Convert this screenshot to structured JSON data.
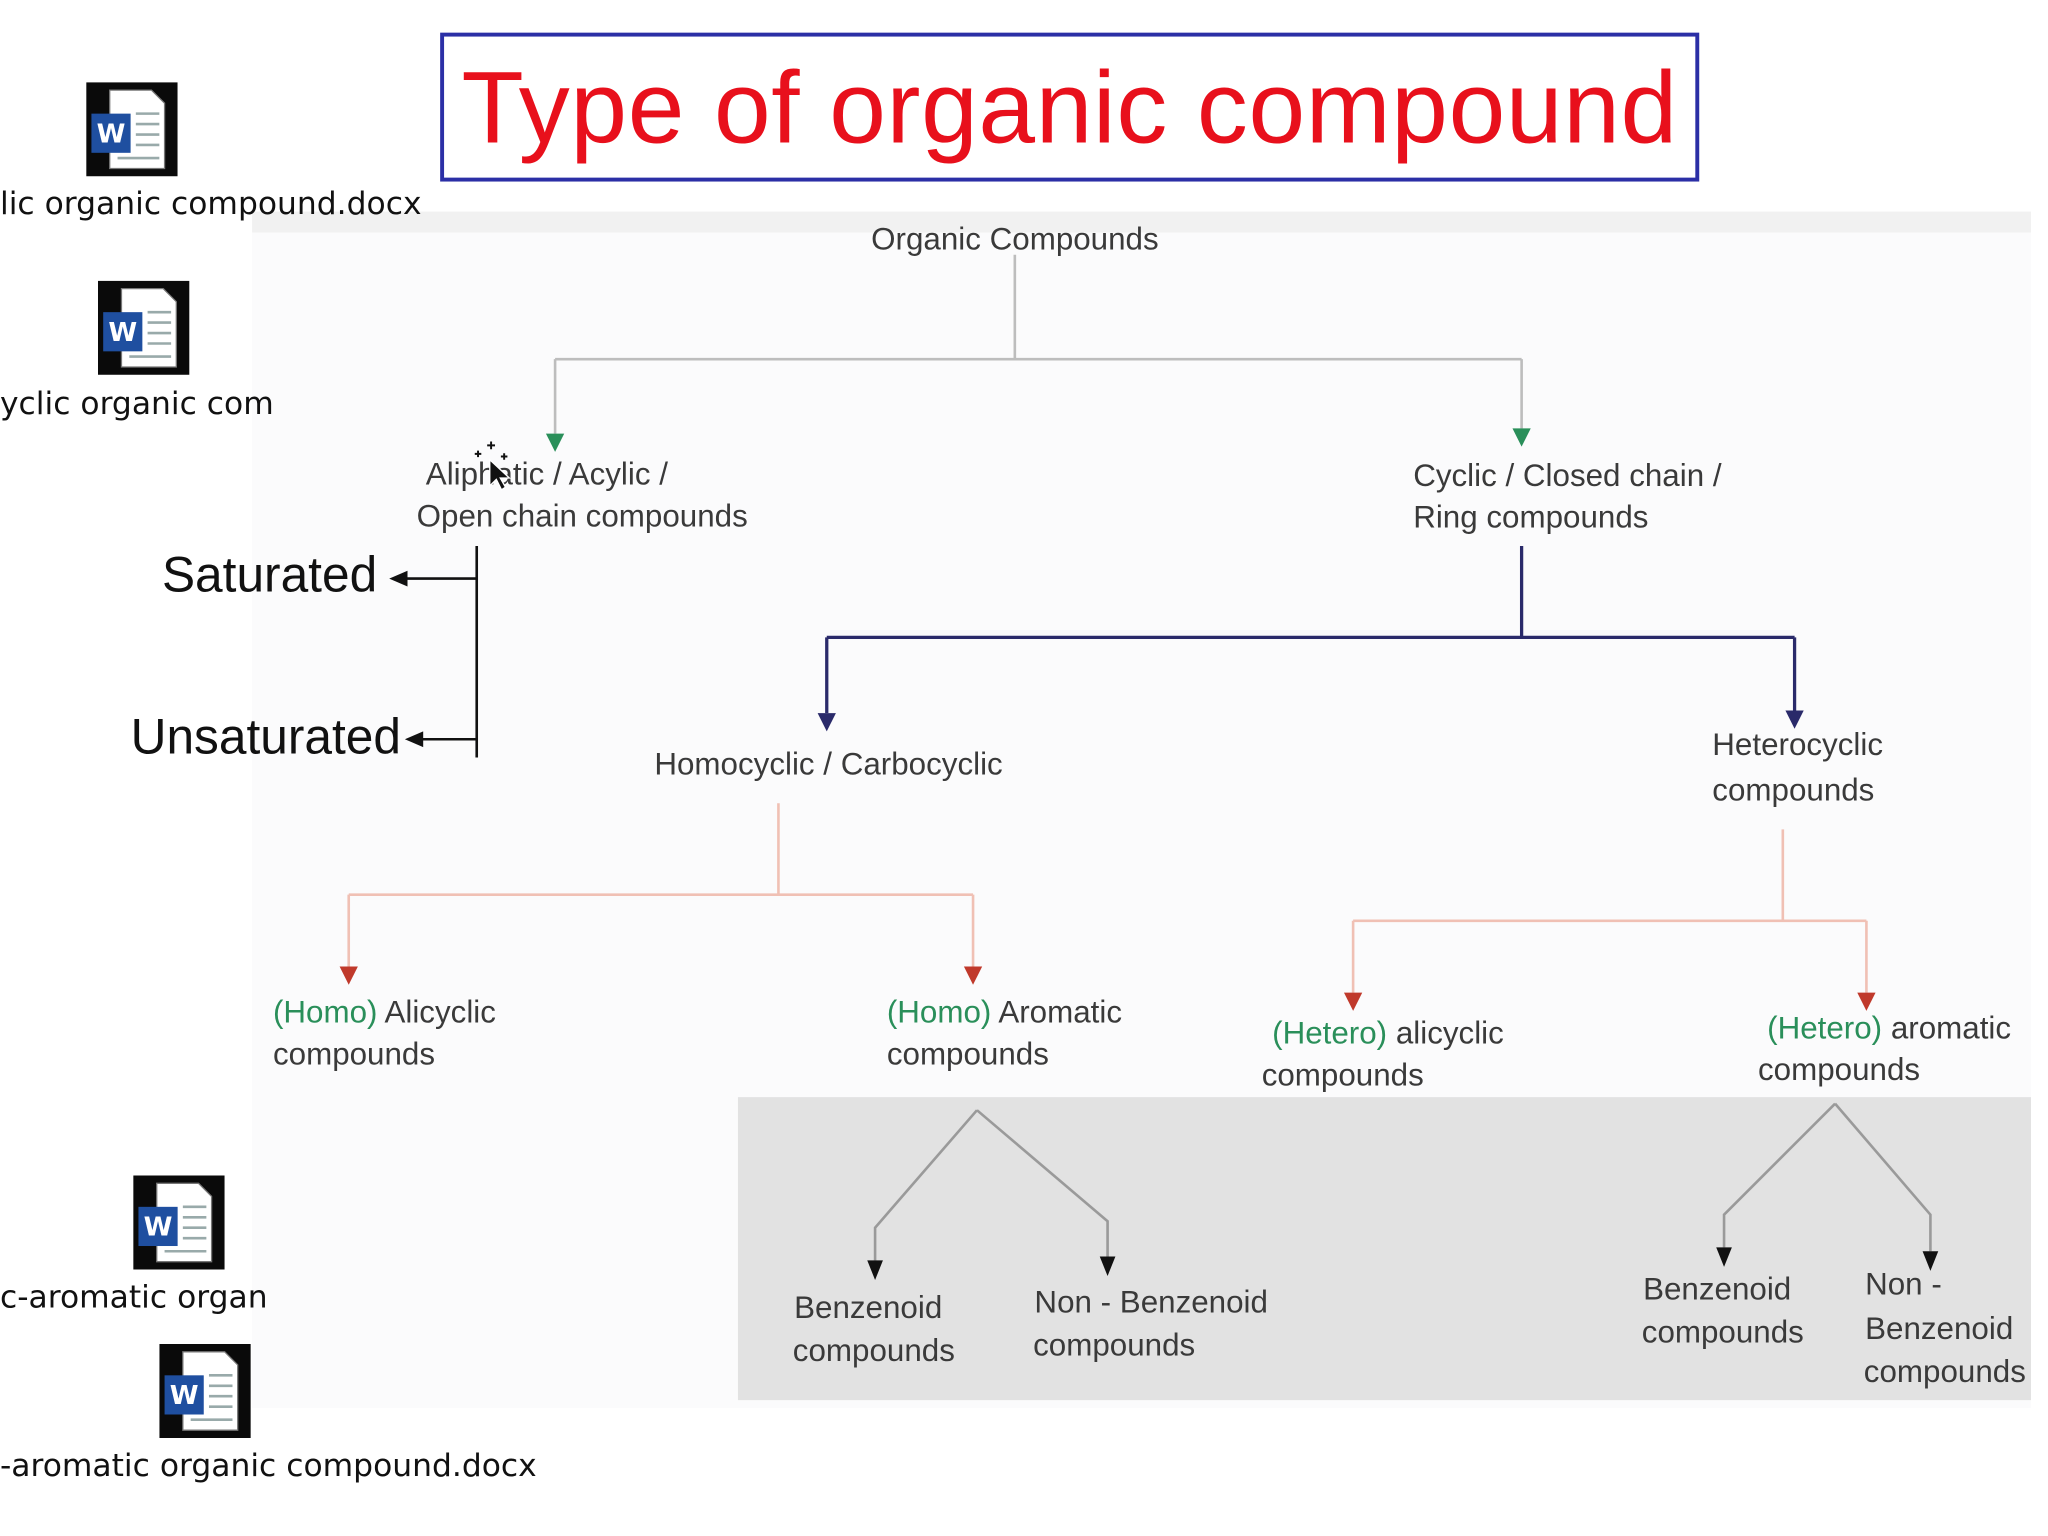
{
  "title": "Type of organic compound",
  "desktop_files": [
    {
      "label": "lic organic compound.docx",
      "icon": "word-document-icon"
    },
    {
      "label": "yclic organic com",
      "icon": "word-document-icon"
    },
    {
      "label": "c-aromatic organ",
      "icon": "word-document-icon"
    },
    {
      "label": "-aromatic organic compound.docx",
      "icon": "word-document-icon"
    }
  ],
  "diagram": {
    "root": "Organic Compounds",
    "aliphatic": {
      "line1": "Aliphatic / Acylic /",
      "line2": "Open chain compounds"
    },
    "cyclic": {
      "line1": "Cyclic / Closed chain /",
      "line2": "Ring compounds"
    },
    "homocyclic": "Homocyclic / Carbocyclic",
    "heterocyclic": {
      "line1": "Heterocyclic",
      "line2": "compounds"
    },
    "homo_alicyclic": {
      "prefix": "(Homo)",
      "rest": " Alicyclic",
      "line2": "compounds"
    },
    "homo_aromatic": {
      "prefix": "(Homo)",
      "rest": " Aromatic",
      "line2": "compounds"
    },
    "hetero_alicyclic": {
      "prefix": "(Hetero)",
      "rest": " alicyclic",
      "line2": "compounds"
    },
    "hetero_aromatic": {
      "prefix": "(Hetero)",
      "rest": " aromatic",
      "line2": "compounds"
    },
    "benzenoid_left": {
      "line1": "Benzenoid",
      "line2": "compounds"
    },
    "non_benzenoid_left": {
      "line1": "Non - Benzenoid",
      "line2": "compounds"
    },
    "benzenoid_right": {
      "line1": "Benzenoid",
      "line2": "compounds"
    },
    "non_benzenoid_right": {
      "line1": "Non -",
      "line2": "Benzenoid",
      "line3": "compounds"
    }
  },
  "annotations": {
    "saturated": "Saturated",
    "unsaturated": "Unsaturated"
  },
  "colors": {
    "title": "#e8101c",
    "title_border": "#2b2fa6",
    "green": "#2a8f5a",
    "navy": "#2a2a6a",
    "red_arrow": "#c0392b"
  }
}
